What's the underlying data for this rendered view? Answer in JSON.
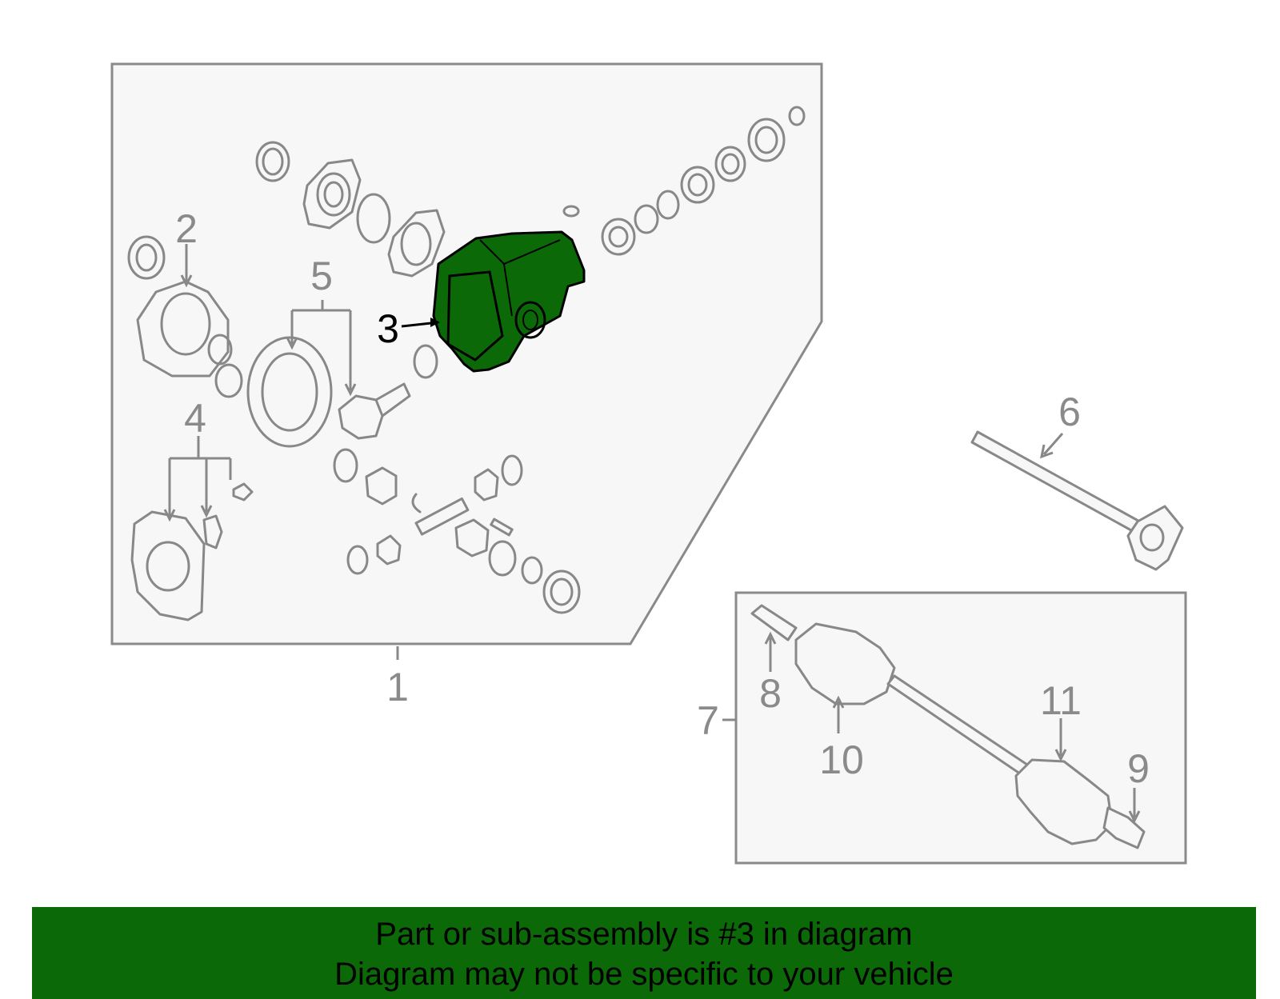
{
  "callouts": {
    "c1": "1",
    "c2": "2",
    "c3": "3",
    "c4": "4",
    "c5": "5",
    "c6": "6",
    "c7": "7",
    "c8": "8",
    "c9": "9",
    "c10": "10",
    "c11": "11"
  },
  "highlighted_part": "3",
  "banner": {
    "line1": "Part or sub-assembly is #3 in diagram",
    "line2": "Diagram may not be specific to your vehicle"
  },
  "colors": {
    "highlight": "#0b6a07",
    "banner": "#0b6a07",
    "linework": "#888888",
    "frame_fill": "#f7f7f7"
  }
}
